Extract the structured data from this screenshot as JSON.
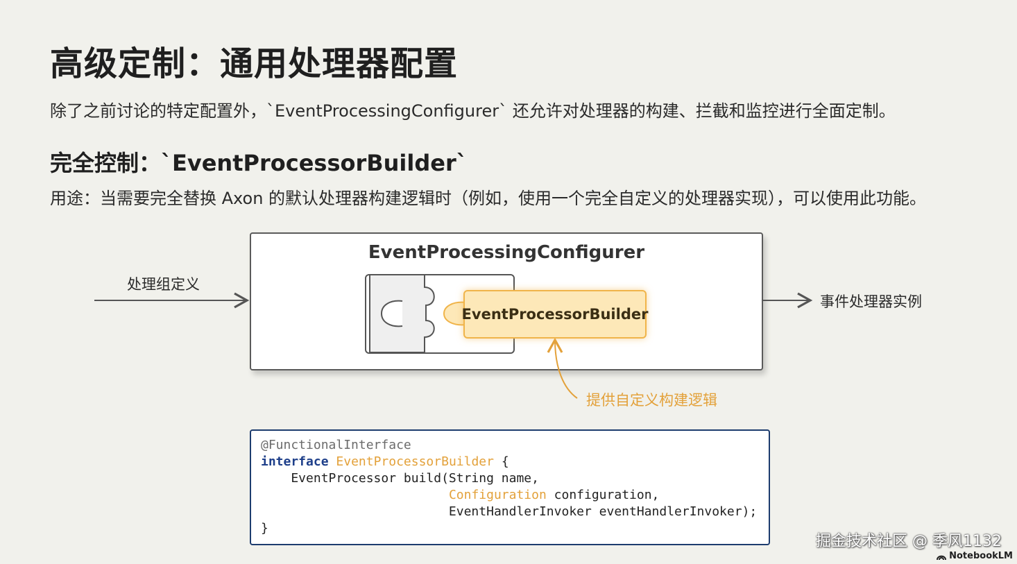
{
  "title": "高级定制：通用处理器配置",
  "intro": "除了之前讨论的特定配置外，`EventProcessingConfigurer` 还允许对处理器的构建、拦截和监控进行全面定制。",
  "section": {
    "heading": "完全控制：`EventProcessorBuilder`",
    "usage": "用途：当需要完全替换 Axon 的默认处理器构建逻辑时（例如，使用一个完全自定义的处理器实现），可以使用此功能。"
  },
  "diagram": {
    "configurer_label": "EventProcessingConfigurer",
    "builder_label": "EventProcessorBuilder",
    "input_label": "处理组定义",
    "output_label": "事件处理器实例",
    "custom_logic_label": "提供自定义构建逻辑",
    "colors": {
      "builder_fill": "#fde8b8",
      "builder_border": "#f0b44a",
      "custom_arrow": "#e3a13a",
      "code_border": "#1d3c6e"
    }
  },
  "code": {
    "annotation": "@FunctionalInterface",
    "keyword": "interface",
    "interface_name": "EventProcessorBuilder",
    "open_brace": "{",
    "line2_prefix": "    EventProcessor build(String name,",
    "line3_indent": "                         ",
    "line3_type": "Configuration",
    "line3_rest": " configuration,",
    "line4": "                         EventHandlerInvoker eventHandlerInvoker);",
    "close_brace": "}"
  },
  "watermark": "掘金技术社区 @ 季风1132",
  "brand": "NotebookLM",
  "brand_icon": "notebooklm-logo-icon"
}
